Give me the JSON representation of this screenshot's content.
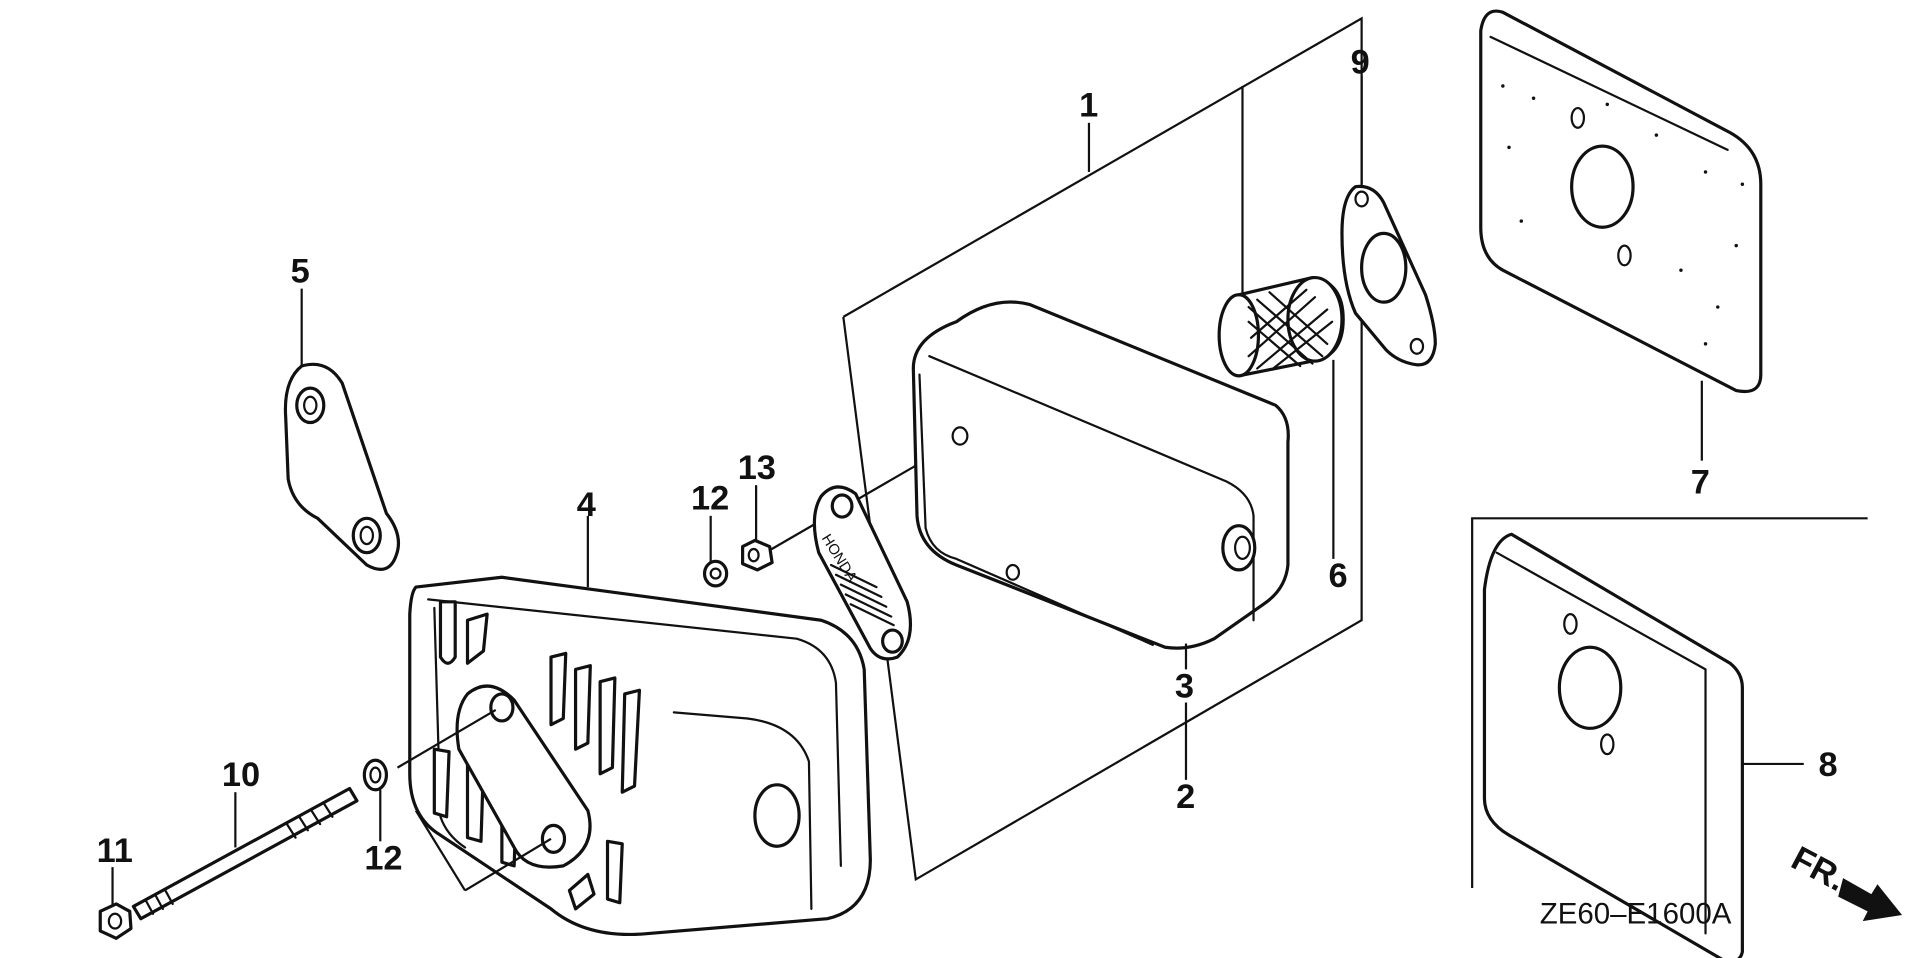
{
  "callouts": {
    "c1": "1",
    "c2": "2",
    "c3": "3",
    "c4": "4",
    "c5": "5",
    "c6": "6",
    "c7": "7",
    "c8": "8",
    "c9": "9",
    "c10": "10",
    "c11": "11",
    "c12a": "12",
    "c12b": "12",
    "c13": "13"
  },
  "brand_marking": "HONDA",
  "diagram_code": "ZE60–E1600A",
  "front_indicator": "FR."
}
